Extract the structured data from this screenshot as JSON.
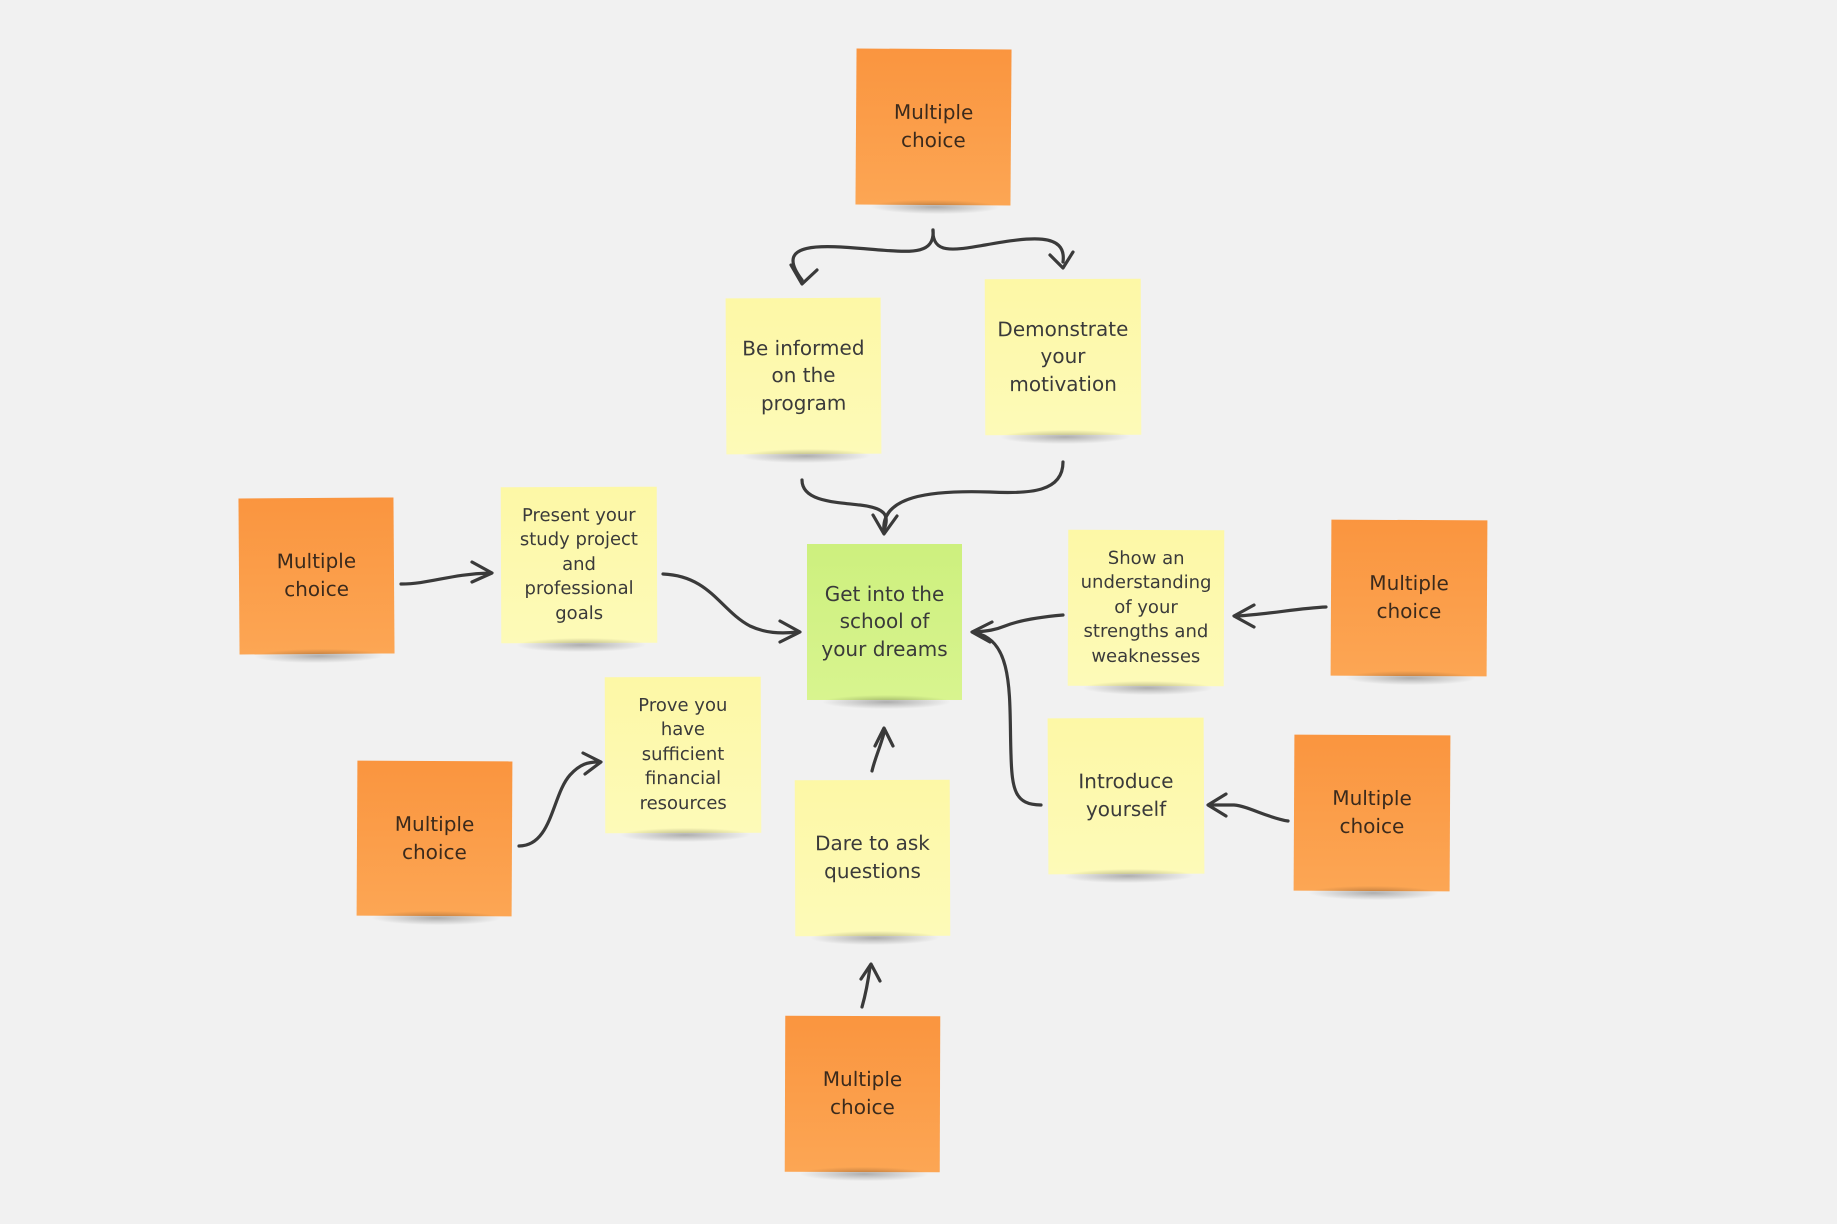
{
  "colors": {
    "background": "#f1f1f1",
    "orange_note": "#fa953f",
    "yellow_note": "#fdf8a6",
    "green_note": "#cdf07e",
    "connector": "#3a3a3a"
  },
  "notes": {
    "center": "Get into the school of your dreams",
    "informed": "Be informed on the program",
    "motivation": "Demonstrate your motivation",
    "study_project": "Present your study project and professional goals",
    "strengths": "Show an understanding of your strengths and weaknesses",
    "financial": "Prove you have sufficient financial resources",
    "questions": "Dare to ask questions",
    "introduce": "Introduce yourself",
    "choice_top": "Multiple choice",
    "choice_left": "Multiple choice",
    "choice_right": "Multiple choice",
    "choice_bottom_left": "Multiple choice",
    "choice_bottom": "Multiple choice",
    "choice_bottom_right": "Multiple choice"
  }
}
